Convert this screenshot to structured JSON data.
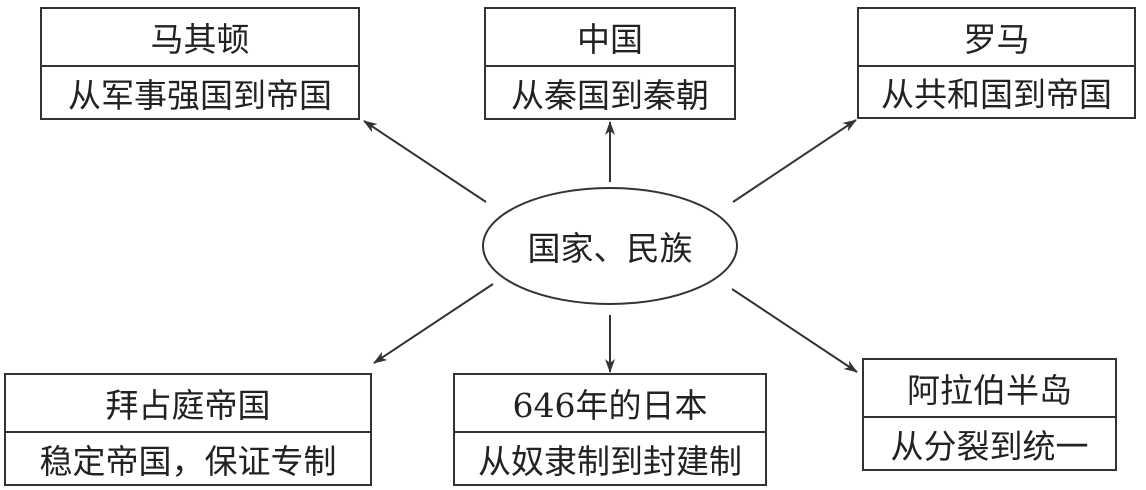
{
  "center": "国家、民族",
  "nodes": [
    {
      "title": "马其顿",
      "subtitle": "从军事强国到帝国"
    },
    {
      "title": "中国",
      "subtitle": "从秦国到秦朝"
    },
    {
      "title": "罗马",
      "subtitle": "从共和国到帝国"
    },
    {
      "title": "拜占庭帝国",
      "subtitle": "稳定帝国，保证专制"
    },
    {
      "title": "646年的日本",
      "subtitle": "从奴隶制到封建制"
    },
    {
      "title": "阿拉伯半岛",
      "subtitle": "从分裂到统一"
    }
  ]
}
